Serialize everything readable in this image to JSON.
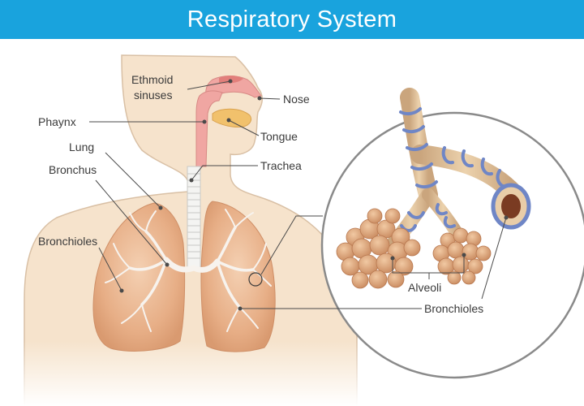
{
  "title": "Respiratory System",
  "colors": {
    "title_bar": "#19a3dd",
    "skin": "#f6e3cc",
    "lung": "#e9b48c",
    "airway": "#f0a6a2",
    "bronchiole_band": "#6f86c6",
    "alveoli": "#d9a57c"
  },
  "labels": {
    "ethmoid_line1": "Ethmoid",
    "ethmoid_line2": "sinuses",
    "nose": "Nose",
    "phaynx": "Phaynx",
    "tongue": "Tongue",
    "lung": "Lung",
    "trachea": "Trachea",
    "bronchus": "Bronchus",
    "bronchioles_left": "Bronchioles",
    "alveoli": "Alveoli",
    "bronchioles_right": "Bronchioles"
  }
}
